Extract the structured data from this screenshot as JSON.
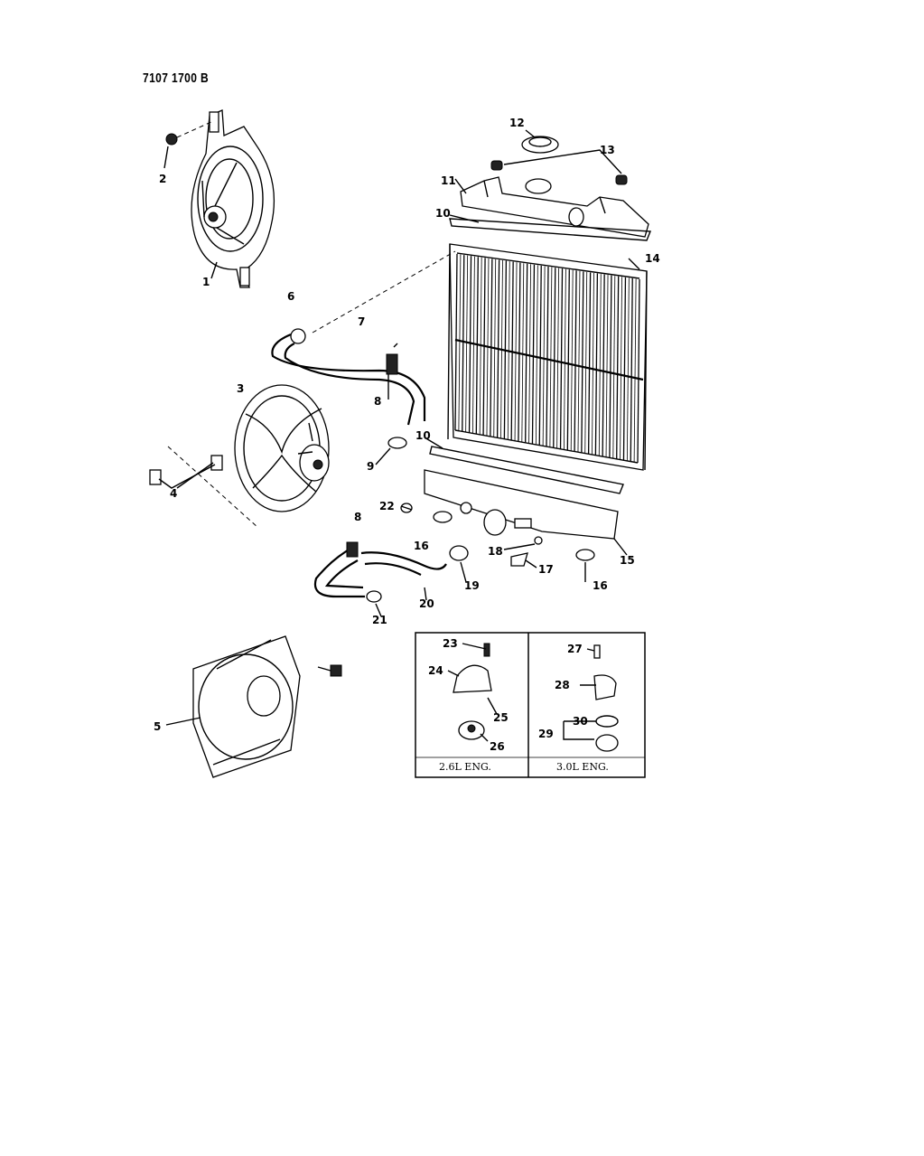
{
  "document_id": "7107 1700 B",
  "callouts": [
    "1",
    "2",
    "3",
    "4",
    "5",
    "6",
    "7",
    "8",
    "8",
    "9",
    "10",
    "10",
    "11",
    "12",
    "13",
    "14",
    "15",
    "16",
    "16",
    "17",
    "18",
    "19",
    "20",
    "21",
    "22",
    "23",
    "24",
    "25",
    "26",
    "27",
    "28",
    "29",
    "30"
  ],
  "insets": [
    {
      "caption": "2.6L ENG.",
      "parts": [
        "23",
        "24",
        "25",
        "26"
      ]
    },
    {
      "caption": "3.0L ENG.",
      "parts": [
        "27",
        "28",
        "29",
        "30"
      ]
    }
  ]
}
